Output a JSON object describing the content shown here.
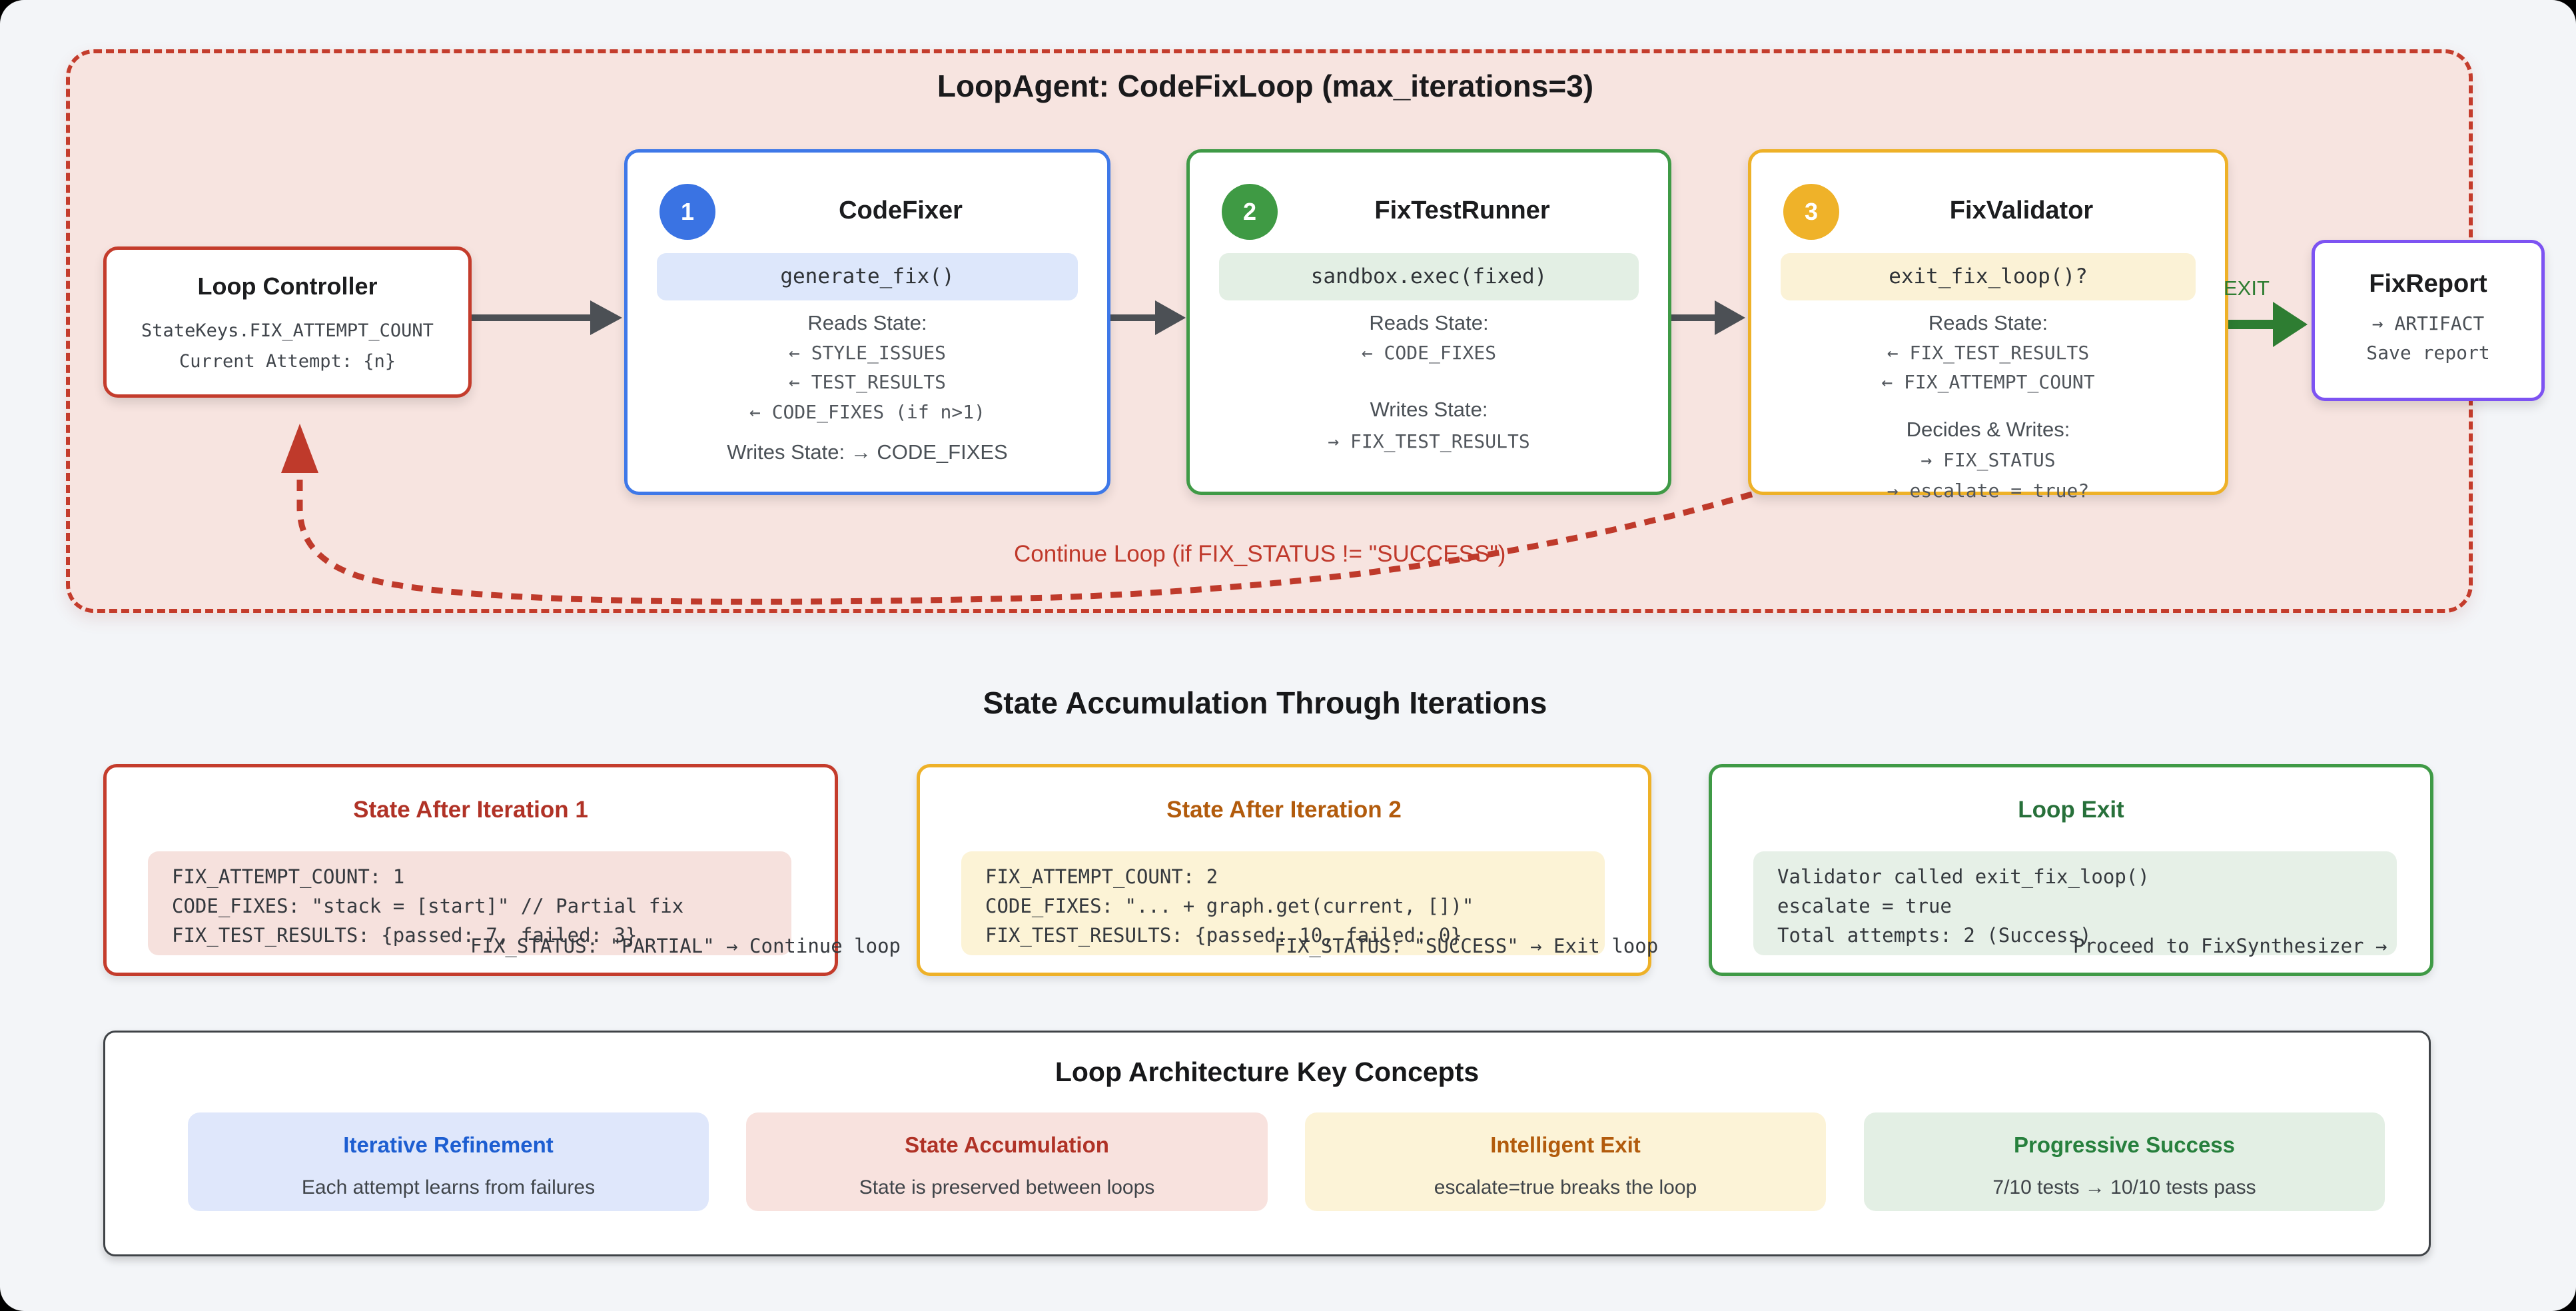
{
  "loop": {
    "title": "LoopAgent: CodeFixLoop (max_iterations=3)",
    "controller": {
      "title": "Loop Controller",
      "line1": "StateKeys.FIX_ATTEMPT_COUNT",
      "line2": "Current Attempt: {n}"
    },
    "agents": [
      {
        "number": "1",
        "title": "CodeFixer",
        "badge": "generate_fix()",
        "reads_label": "Reads State:",
        "reads": [
          "← STYLE_ISSUES",
          "← TEST_RESULTS",
          "← CODE_FIXES (if n>1)"
        ],
        "writes_label": "Writes State: → CODE_FIXES"
      },
      {
        "number": "2",
        "title": "FixTestRunner",
        "badge": "sandbox.exec(fixed)",
        "reads_label": "Reads State:",
        "reads": [
          "← CODE_FIXES"
        ],
        "writes_label": "Writes State:",
        "writes": [
          "→ FIX_TEST_RESULTS"
        ]
      },
      {
        "number": "3",
        "title": "FixValidator",
        "badge": "exit_fix_loop()?",
        "reads_label": "Reads State:",
        "reads": [
          "← FIX_TEST_RESULTS",
          "← FIX_ATTEMPT_COUNT"
        ],
        "writes_label": "Decides & Writes:",
        "writes": [
          "→ FIX_STATUS",
          "→ escalate = true?"
        ]
      }
    ],
    "exit_label": "EXIT",
    "report": {
      "title": "FixReport",
      "line1": "→ ARTIFACT",
      "line2": "Save report"
    },
    "continue_label": "Continue Loop (if FIX_STATUS != \"SUCCESS\")"
  },
  "state_section": {
    "title": "State Accumulation Through Iterations",
    "boxes": [
      {
        "title": "State After Iteration 1",
        "code": "FIX_ATTEMPT_COUNT: 1\nCODE_FIXES: \"stack = [start]\" // Partial fix\nFIX_TEST_RESULTS: {passed: 7, failed: 3}",
        "overflow_line": "FIX_STATUS: \"PARTIAL\" → Continue loop"
      },
      {
        "title": "State After Iteration 2",
        "code": "FIX_ATTEMPT_COUNT: 2\nCODE_FIXES: \"... + graph.get(current, [])\"\nFIX_TEST_RESULTS: {passed: 10, failed: 0}",
        "overflow_line": "FIX_STATUS: \"SUCCESS\" → Exit loop"
      },
      {
        "title": "Loop Exit",
        "code": "Validator called exit_fix_loop()\nescalate = true\nTotal attempts: 2 (Success)",
        "overflow_line": "Proceed to FixSynthesizer →"
      }
    ]
  },
  "concepts": {
    "title": "Loop Architecture Key Concepts",
    "cards": [
      {
        "title": "Iterative Refinement",
        "desc": "Each attempt learns from failures"
      },
      {
        "title": "State Accumulation",
        "desc": "State is preserved between loops"
      },
      {
        "title": "Intelligent Exit",
        "desc": "escalate=true breaks the loop"
      },
      {
        "title": "Progressive Success",
        "desc": "7/10 tests → 10/10 tests pass"
      }
    ]
  },
  "colors": {
    "page_bg": "#f3f5f8",
    "loop_fill": "#f7e4e0",
    "red": "#c43c2c",
    "blue": "#3e78e8",
    "green": "#3f9a46",
    "amber": "#eeb128",
    "purple": "#7d53f2",
    "exit_green": "#2e7d32",
    "arrow_gray": "#4c5055"
  }
}
